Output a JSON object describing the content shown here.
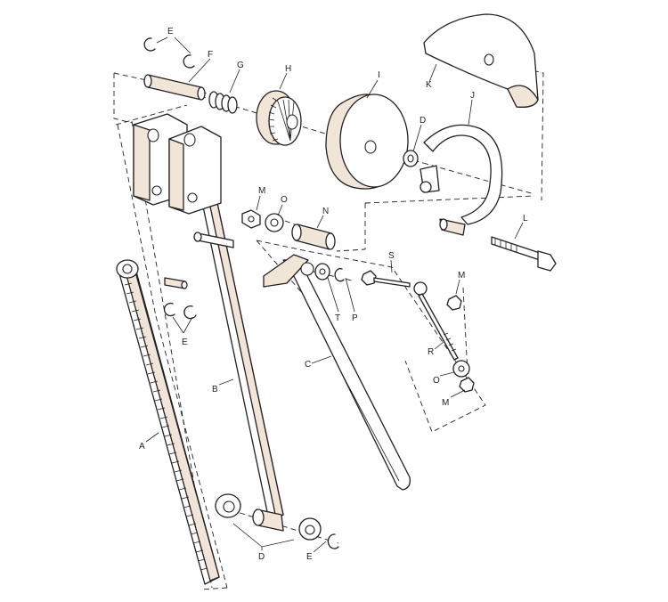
{
  "labels": {
    "A": "A",
    "B": "B",
    "C": "C",
    "D1": "D",
    "D2": "D",
    "E1": "E",
    "E2": "E",
    "E3": "E",
    "F": "F",
    "G": "G",
    "H": "H",
    "I": "I",
    "J": "J",
    "K": "K",
    "L": "L",
    "M1": "M",
    "M2": "M",
    "M3": "M",
    "N": "N",
    "O1": "O",
    "O2": "O",
    "P": "P",
    "R": "R",
    "S": "S",
    "T": "T"
  },
  "colors": {
    "line": "#231f20",
    "shade": "#f1e5d8",
    "background": "#ffffff"
  }
}
